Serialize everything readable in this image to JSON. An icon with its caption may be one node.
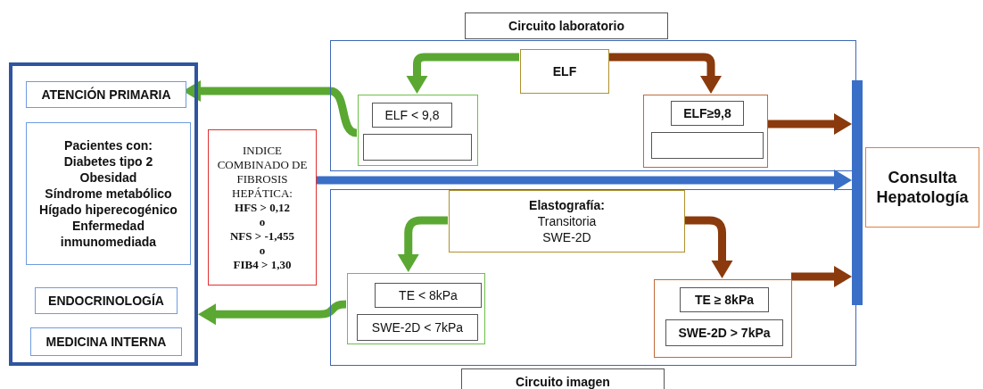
{
  "diagram": {
    "nodes": [
      {
        "text": [],
        "shape": "box"
      },
      {
        "text": [
          "ATENCIÓN PRIMARIA"
        ],
        "in": 0
      },
      {
        "text": [
          "Pacientes con:",
          "Diabetes tipo 2",
          "Obesidad",
          "Síndrome metabólico",
          "Hígado hiperecogénico",
          "Enfermedad inmunomediada"
        ],
        "in": 0
      },
      {
        "text": [
          "ENDOCRINOLOGÍA"
        ],
        "in": 0
      },
      {
        "text": [
          "MEDICINA INTERNA"
        ],
        "in": 0
      },
      {
        "text": [
          "INDICE COMBINADO DE FIBROSIS HEPÁTICA:",
          "HFS > 0,12",
          "o",
          "NFS > -1,455",
          "o",
          "FIB4 > 1,30"
        ]
      },
      {
        "text": [
          "Circuito laboratorio"
        ]
      },
      {
        "text": [
          "ELF"
        ],
        "in": 6
      },
      {
        "text": [],
        "shape": "box",
        "in": 6
      },
      {
        "text": [
          "ELF < 9,8"
        ],
        "in": 8
      },
      {
        "text": [],
        "shape": "box",
        "in": 8
      },
      {
        "text": [],
        "shape": "box",
        "in": 6
      },
      {
        "text": [
          "ELF≥9,8"
        ],
        "in": 11
      },
      {
        "text": [],
        "shape": "box",
        "in": 11
      },
      {
        "text": [
          "Circuito imagen"
        ]
      },
      {
        "text": [
          "Elastografía:",
          "Transitoria",
          "SWE-2D"
        ],
        "in": 14
      },
      {
        "text": [],
        "shape": "box",
        "in": 14
      },
      {
        "text": [
          "TE < 8kPa"
        ],
        "in": 16
      },
      {
        "text": [
          "SWE-2D < 7kPa"
        ],
        "in": 16
      },
      {
        "text": [],
        "shape": "box",
        "in": 14
      },
      {
        "text": [
          "TE ≥ 8kPa"
        ],
        "in": 19
      },
      {
        "text": [
          "SWE-2D > 7kPa"
        ],
        "in": 19
      },
      {
        "text": [],
        "shape": "bar"
      },
      {
        "text": [
          "Consulta Hepatología"
        ]
      }
    ],
    "edges": [
      {
        "from": 7,
        "to": 8,
        "arrow": "to",
        "color": "#5aa832"
      },
      {
        "from": 7,
        "to": 11,
        "arrow": "to",
        "color": "#8a3a0c"
      },
      {
        "from": 8,
        "to": 1,
        "arrow": "to",
        "color": "#5aa832"
      },
      {
        "from": 15,
        "to": 16,
        "arrow": "to",
        "color": "#5aa832"
      },
      {
        "from": 15,
        "to": 19,
        "arrow": "to",
        "color": "#8a3a0c"
      },
      {
        "from": 16,
        "to": 0,
        "arrow": "to",
        "color": "#5aa832"
      },
      {
        "from": 11,
        "to": 22,
        "arrow": "to",
        "color": "#8a3a0c"
      },
      {
        "from": 19,
        "to": 22,
        "arrow": "to",
        "color": "#8a3a0c"
      },
      {
        "from": 5,
        "to": 22,
        "arrow": "to",
        "color": "#3a6fc8"
      }
    ]
  }
}
